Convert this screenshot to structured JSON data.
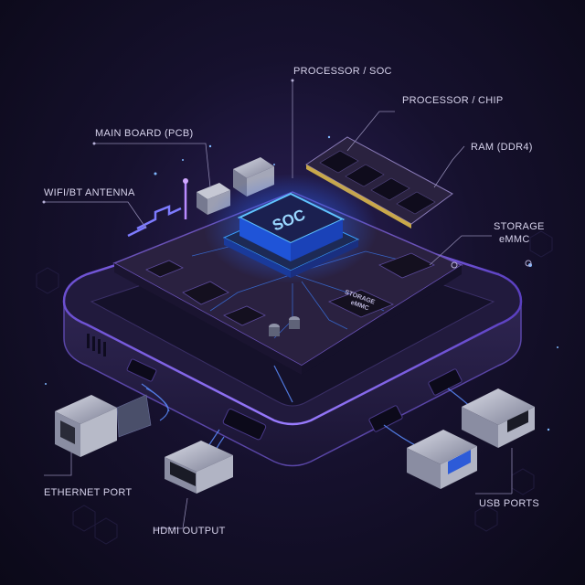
{
  "labels": {
    "processor_soc": "PROCESSOR / SOC",
    "processor_chip": "PROCESSOR / CHIP",
    "ram": "RAM (DDR4)",
    "main_board": "MAIN BOARD (PCB)",
    "wifi_antenna": "WIFI/BT ANTENNA",
    "storage_line1": "STORAGE",
    "storage_line2": "eMMC",
    "ethernet_port": "ETHERNET PORT",
    "hdmi_output": "HDMI OUTPUT",
    "usb_ports": "USB PORTS"
  },
  "chips": {
    "soc": "SOC",
    "storage_chip_line1": "STORAGE",
    "storage_chip_line2": "eMMC"
  },
  "colors": {
    "background": "#0c0a1c",
    "accent_glow": "#3aa0ff",
    "accent_purple": "#8a5cff",
    "pcb": "#2a2140",
    "case": "#2b2345",
    "label_text": "#d7d3ec",
    "leader_line": "#8e88b0"
  }
}
